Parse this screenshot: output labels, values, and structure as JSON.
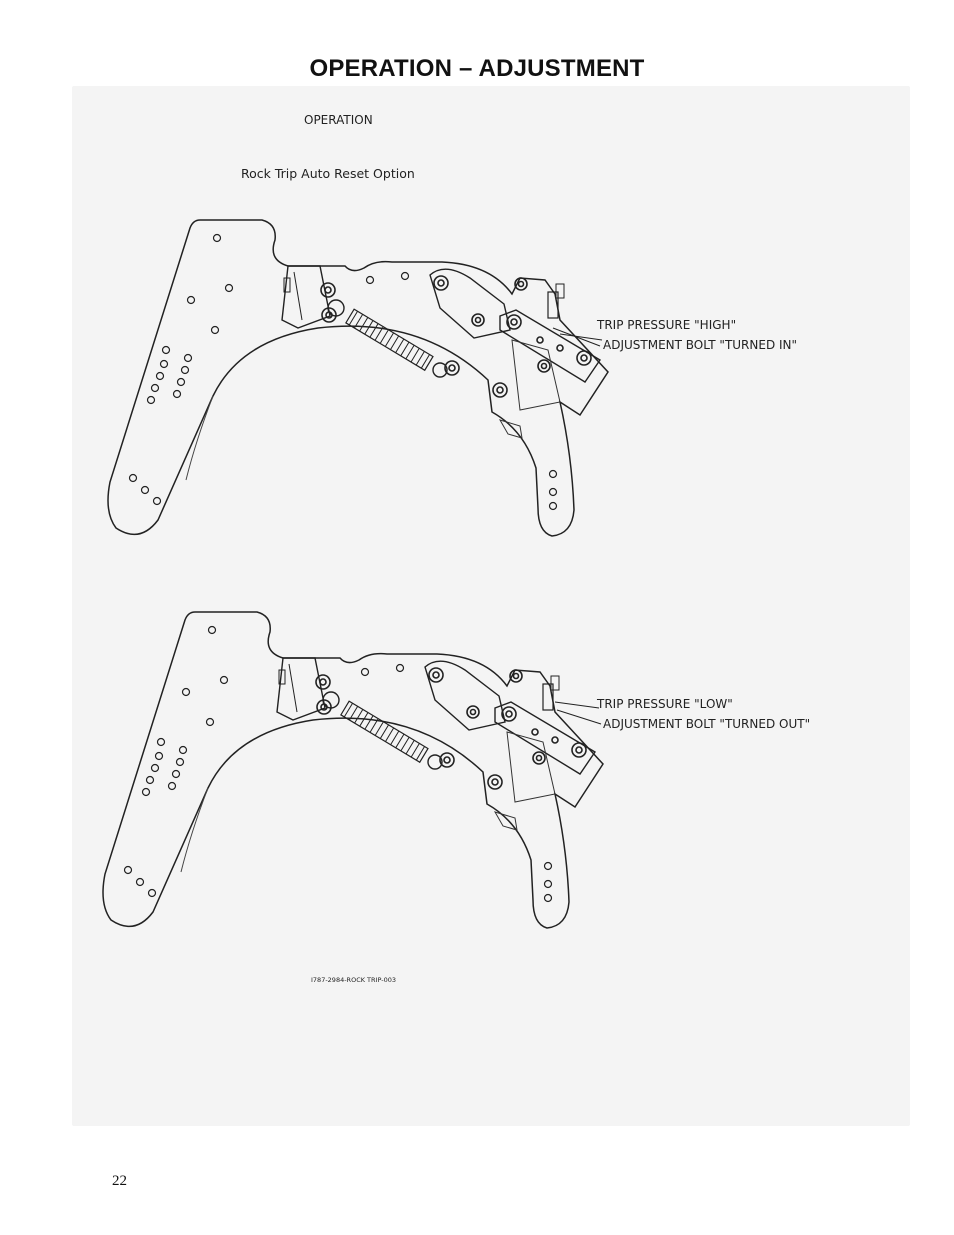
{
  "page": {
    "title": "OPERATION – ADJUSTMENT",
    "page_number": "22"
  },
  "drawing": {
    "heading": "OPERATION",
    "subtitle": "Rock Trip Auto Reset Option",
    "figure_top": {
      "label_line1": "TRIP PRESSURE \"HIGH\"",
      "label_line2": "ADJUSTMENT BOLT \"TURNED IN\""
    },
    "figure_bottom": {
      "label_line1": "TRIP PRESSURE \"LOW\"",
      "label_line2": "ADJUSTMENT BOLT \"TURNED OUT\""
    },
    "drawing_number": "I787-2984-ROCK TRIP-003"
  }
}
